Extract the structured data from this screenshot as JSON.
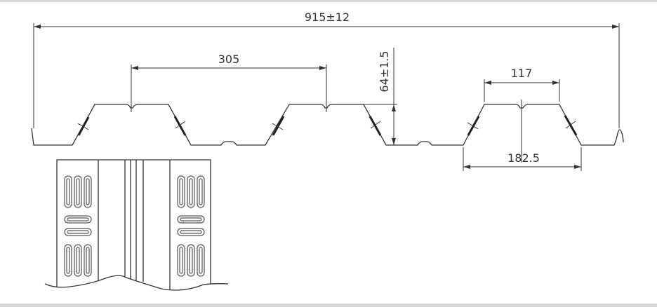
{
  "dimensions": {
    "total_width": "915±12",
    "pitch": "305",
    "height": "64±1.5",
    "top_width": "117",
    "bottom_width": "182.5"
  },
  "colors": {
    "line": "#333333",
    "band": "#d9d9d9"
  }
}
